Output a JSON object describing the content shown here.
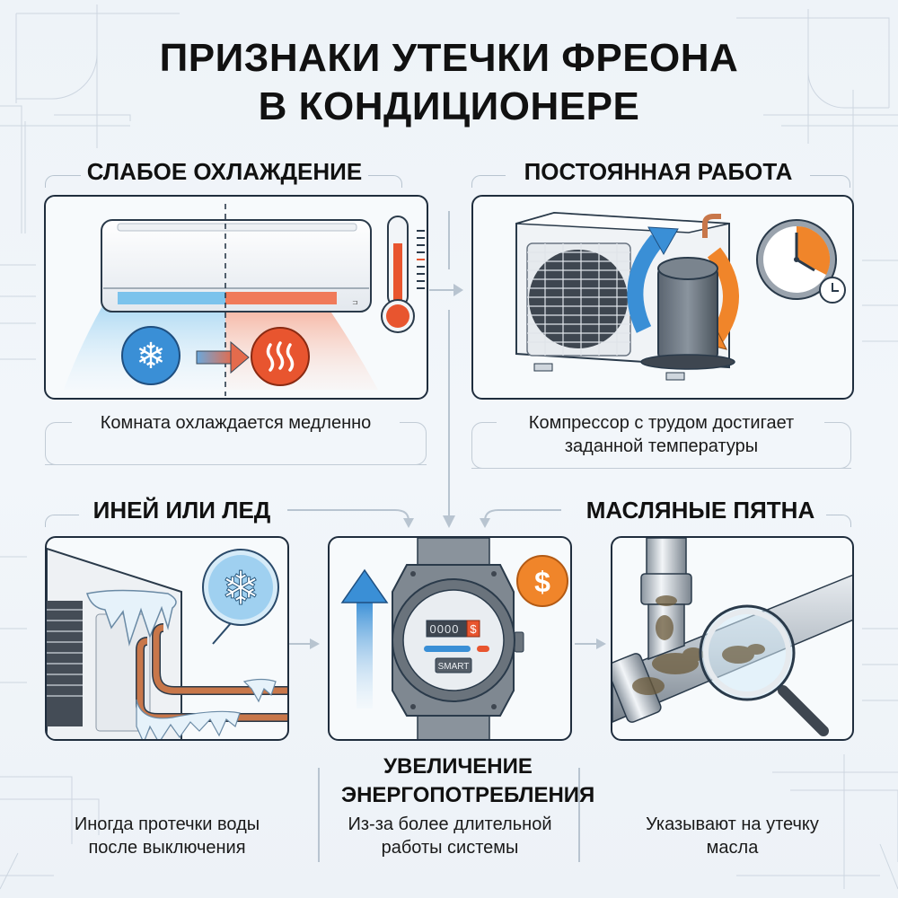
{
  "title": {
    "line1": "ПРИЗНАКИ УТЕЧКИ ФРЕОНА",
    "line2": "В КОНДИЦИОНЕРЕ"
  },
  "sections": [
    {
      "id": "weak-cooling",
      "heading": "СЛАБОЕ ОХЛАЖДЕНИЕ",
      "caption_lines": [
        "Комната охлаждается медленно"
      ],
      "icons": [
        "ac-indoor-unit",
        "snowflake-icon",
        "heat-waves-icon",
        "thermometer-icon",
        "arrow-right-icon"
      ]
    },
    {
      "id": "constant-operation",
      "heading": "ПОСТОЯННАЯ РАБОТА",
      "caption_lines": [
        "Компрессор с трудом достигает",
        "заданной температуры"
      ],
      "icons": [
        "ac-outdoor-unit",
        "compressor-icon",
        "cycle-arrows-icon",
        "clock-icon"
      ]
    },
    {
      "id": "frost-ice",
      "heading": "ИНЕЙ ИЛИ ЛЕД",
      "caption_lines": [
        "Иногда протечки воды",
        "после выключения"
      ],
      "icons": [
        "frozen-outdoor-unit",
        "copper-pipes",
        "snowflake-icon"
      ]
    },
    {
      "id": "energy-consumption",
      "heading_lines": [
        "УВЕЛИЧЕНИЕ",
        "ЭНЕРГОПОТРЕБЛЕНИЯ"
      ],
      "caption_lines": [
        "Из-за более длительной",
        "работы системы"
      ],
      "meter": {
        "digits": "0000",
        "currency": "$",
        "label": "SMART"
      },
      "coin_symbol": "$",
      "icons": [
        "smart-meter-icon",
        "arrow-up-icon",
        "dollar-coin-icon"
      ]
    },
    {
      "id": "oil-stains",
      "heading": "МАСЛЯНЫЕ ПЯТНА",
      "caption_lines": [
        "Указывают на утечку",
        "масла"
      ],
      "icons": [
        "pipe-joint-icon",
        "magnifier-icon"
      ]
    }
  ],
  "colors": {
    "cold": "#3a8fd6",
    "hot": "#e8552f",
    "orange": "#f0852a",
    "frame": "#1f2d3d",
    "connector": "#b8c4d0",
    "copper": "#c8774a"
  }
}
